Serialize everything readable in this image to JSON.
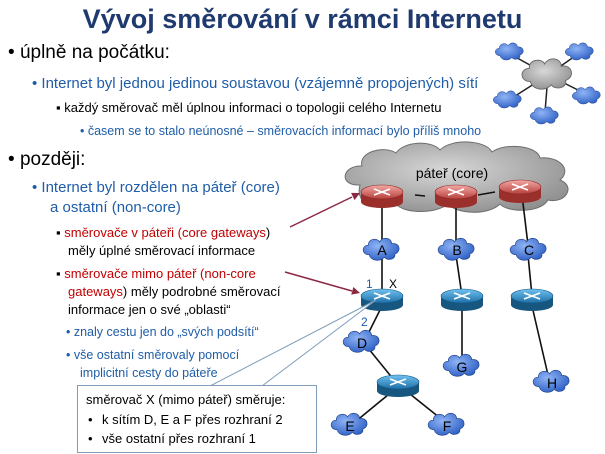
{
  "title": "Vývoj směrování v rámci Internetu",
  "bullets": {
    "b1": "úplně na počátku:",
    "b1_1": "Internet byl jednou jedinou soustavou (vzájemně propojených) sítí",
    "b1_1_1": "každý směrovač měl úplnou informaci o topologii celého Internetu",
    "b1_1_1_1": "časem se to stalo neúnosné – směrovacích informací bylo příliš mnoho",
    "b2": "později:",
    "b2_1a": "Internet byl rozdělen na páteř (core)",
    "b2_1b": "a ostatní (non-core)",
    "b2_1_1a_red": "směrovače v páteři (",
    "b2_1_1a_red2": "core gateways",
    "b2_1_1a_end": ")",
    "b2_1_1b": "měly úplné směrovací informace",
    "b2_1_2a_red": "směrovače mimo páteř (",
    "b2_1_2a_red2": "non-core",
    "b2_1_2b_red": "gateways",
    "b2_1_2b_end": ") měly podrobné směrovací",
    "b2_1_2c": "informace jen o své „oblasti“",
    "b2_1_2_1": "znaly cestu jen do „svých podsítí“",
    "b2_1_2_2a": "vše ostatní směrovaly pomocí",
    "b2_1_2_2b": "implicitní cesty do páteře"
  },
  "callout": {
    "title": "směrovač X (mimo páteř) směruje:",
    "item1": "k sítím  D, E a F přes rozhraní 2",
    "item2": "vše ostatní přes rozhraní 1"
  },
  "diagram": {
    "backbone_label": "páteř (core)",
    "nets": {
      "A": "A",
      "B": "B",
      "C": "C",
      "D": "D",
      "E": "E",
      "F": "F",
      "G": "G",
      "H": "H"
    },
    "router_x_label": "X",
    "iface1": "1",
    "iface2": "2"
  },
  "colors": {
    "title": "#1F3A6E",
    "level2": "#1F5DA8",
    "red": "#C00000",
    "cloud_blue": "#4F7FD8",
    "core_router": "#C0504D",
    "edge_router": "#2E86C1",
    "arrow": "#8B2942"
  }
}
